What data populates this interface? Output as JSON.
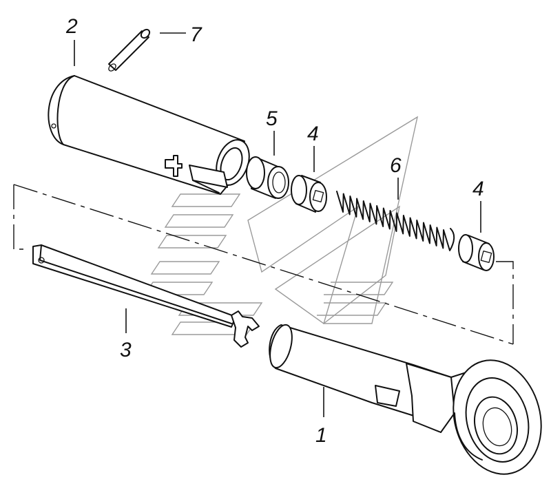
{
  "callouts": [
    {
      "id": "callout-1",
      "text": "1"
    },
    {
      "id": "callout-2",
      "text": "2"
    },
    {
      "id": "callout-3",
      "text": "3"
    },
    {
      "id": "callout-4a",
      "text": "4"
    },
    {
      "id": "callout-4b",
      "text": "4"
    },
    {
      "id": "callout-5",
      "text": "5"
    },
    {
      "id": "callout-6",
      "text": "6"
    },
    {
      "id": "callout-7",
      "text": "7"
    }
  ],
  "colors": {
    "line": "#111111",
    "watermark": "#9a9a9a",
    "background": "#ffffff"
  }
}
